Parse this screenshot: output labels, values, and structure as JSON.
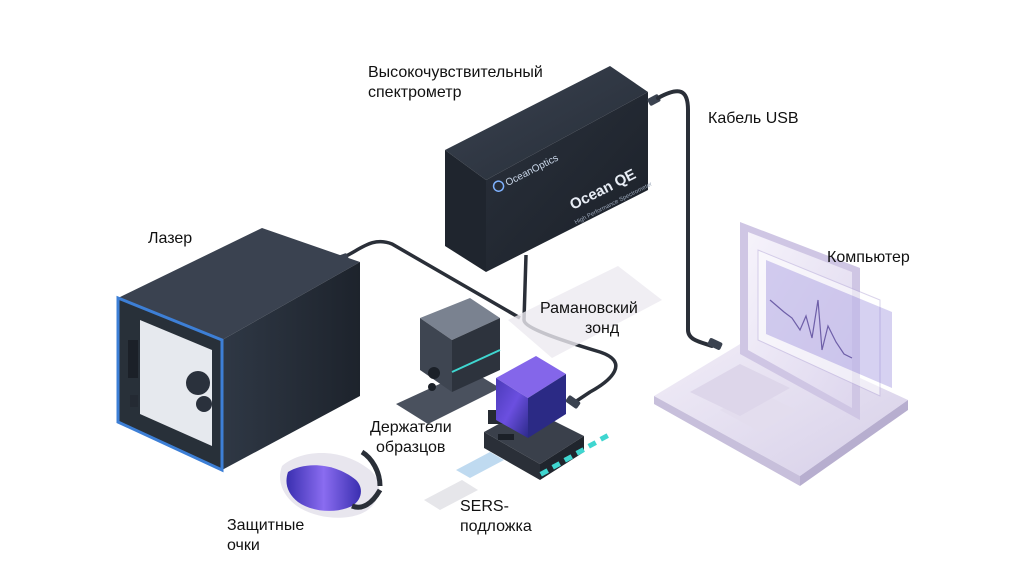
{
  "labels": {
    "spectrometer": [
      "Высокочувствительный",
      "спектрометр"
    ],
    "usb_cable": "Кабель USB",
    "laser": "Лазер",
    "computer": "Компьютер",
    "raman_probe": [
      "Рамановский",
      "зонд"
    ],
    "sample_holders": [
      "Держатели",
      "образцов"
    ],
    "sers_substrate": [
      "SERS-",
      "подложка"
    ],
    "goggles": [
      "Защитные",
      "очки"
    ]
  },
  "spectrometer_branding": {
    "brand": "OceanOptics",
    "model": "Ocean QE",
    "subtitle": "High Performance Spectrometer"
  },
  "colors": {
    "device_dark": "#2c3440",
    "accent_blue": "#3d7fd6",
    "purple": "#6a4fd8",
    "cyan": "#3fd6d0",
    "laptop": "#e9e4f3"
  }
}
